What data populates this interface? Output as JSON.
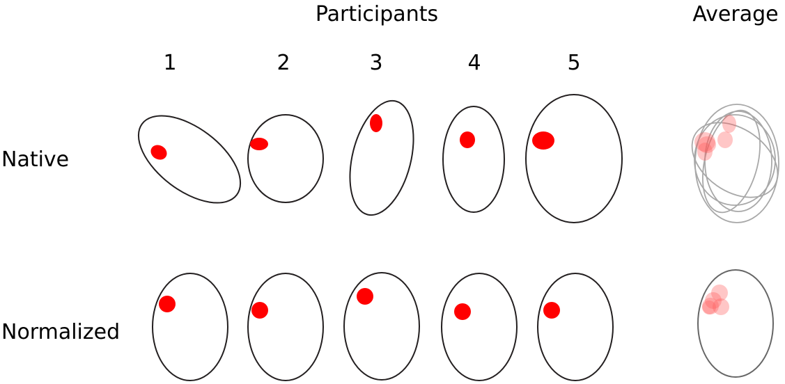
{
  "header": {
    "participants_label": "Participants",
    "average_label": "Average"
  },
  "columns": [
    {
      "label": "1"
    },
    {
      "label": "2"
    },
    {
      "label": "3"
    },
    {
      "label": "4"
    },
    {
      "label": "5"
    }
  ],
  "rows": {
    "native_label": "Native",
    "normalized_label": "Normalized"
  },
  "colors": {
    "outline": "#231f20",
    "spot": "#ff0000",
    "average_outline": "#a8a8a8",
    "average_normalized_outline": "#666666",
    "average_spot": "#ff5c5c"
  }
}
